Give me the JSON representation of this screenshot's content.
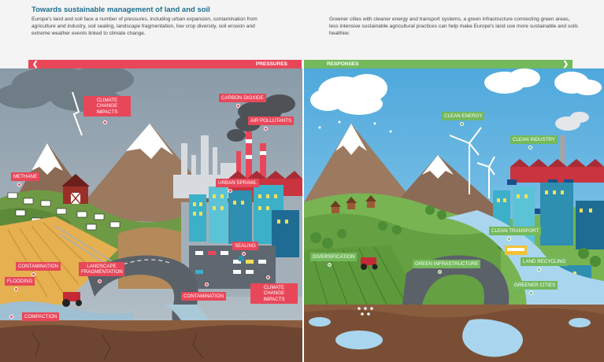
{
  "header": {
    "title": "Towards sustainable management of land and soil",
    "left_text": "Europe's land and soil face a number of pressures, including urban expansion, contamination from agriculture and industry, soil sealing, landscape fragmentation, low crop diversity, soil erosion and extreme weather events linked to climate change.",
    "right_text": "Greener cities with cleaner energy and transport systems, a green infrastructure connecting green areas, less intensive sustainable agricultural practices can help make Europe's land use more sustainable and soils healthier."
  },
  "bands": {
    "pressures": "PRESSURES",
    "responses": "RESPONSES"
  },
  "pressures": {
    "climate_change": "CLIMATE CHANGE IMPACTS",
    "carbon_dioxide": "CARBON DIOXIDE",
    "air_pollutants": "AIR POLLUTANTS",
    "methane": "METHANE",
    "urban_sprawl": "URBAN SPRAWL",
    "sealing": "SEALING",
    "contamination_field": "CONTAMINATION",
    "landscape_fragmentation": "LANDSCAPE FRAGMENTATION",
    "flooding": "FLOODING",
    "climate_change_city": "CLIMATE CHANGE IMPACTS",
    "contamination_city": "CONTAMINATION",
    "compaction": "COMPACTION"
  },
  "responses": {
    "clean_energy": "CLEAN ENERGY",
    "clean_industry": "CLEAN INDUSTRY",
    "clean_transport": "CLEAN TRANSPORT",
    "diversification": "DIVERSIFICATION",
    "green_infrastructure": "GREEN INFRASTRUCTURE",
    "land_recycling": "LAND RECYCLING",
    "greener_cities": "GREENER CITIES"
  },
  "colors": {
    "pressure_red": "#e8475a",
    "response_green": "#74b95c",
    "title_blue": "#1d6e8f"
  }
}
